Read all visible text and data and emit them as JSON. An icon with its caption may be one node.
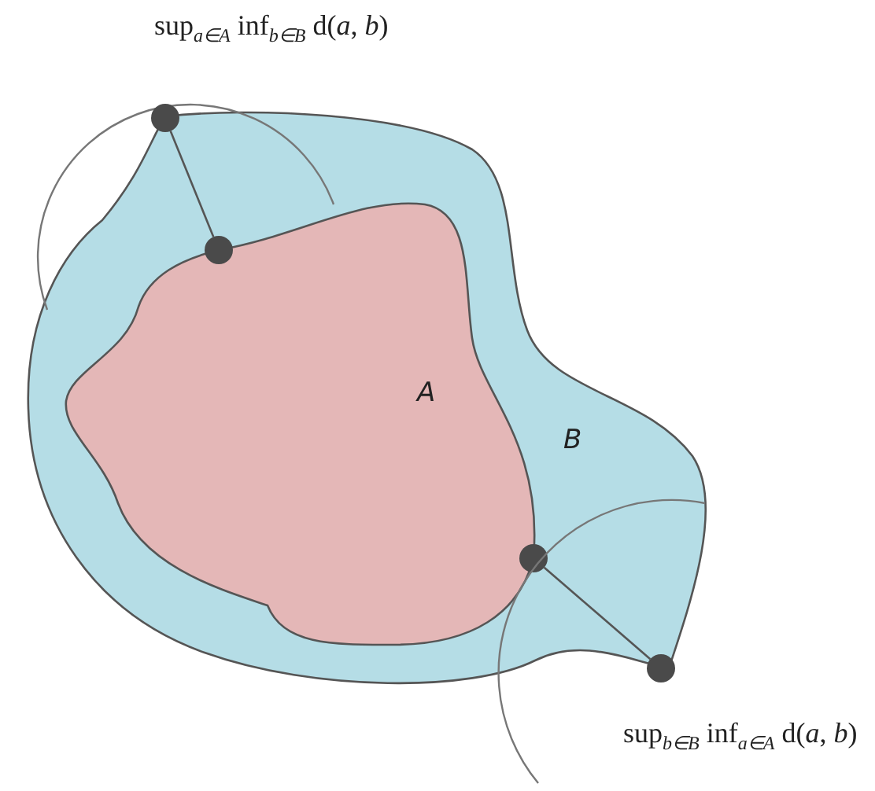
{
  "diagram": {
    "nodes": [
      {
        "text": [
          "B"
        ]
      },
      {
        "text": [
          "A"
        ],
        "in": 0
      },
      {
        "text": [],
        "shape": "circle"
      },
      {
        "text": [],
        "shape": "circle",
        "in": 0
      },
      {
        "text": [],
        "shape": "circle",
        "in": 0
      },
      {
        "text": [],
        "shape": "circle"
      }
    ],
    "edges": [
      {
        "from": 2,
        "to": 3,
        "arrow": "none"
      },
      {
        "from": 4,
        "to": 5,
        "arrow": "none"
      }
    ],
    "labels": [
      "sup$_{a∈A}$ inf$_{b∈B}$ d(*a*, *b*)",
      "sup$_{b∈B}$ inf$_{a∈A}$ d(*a*, *b*)"
    ]
  }
}
